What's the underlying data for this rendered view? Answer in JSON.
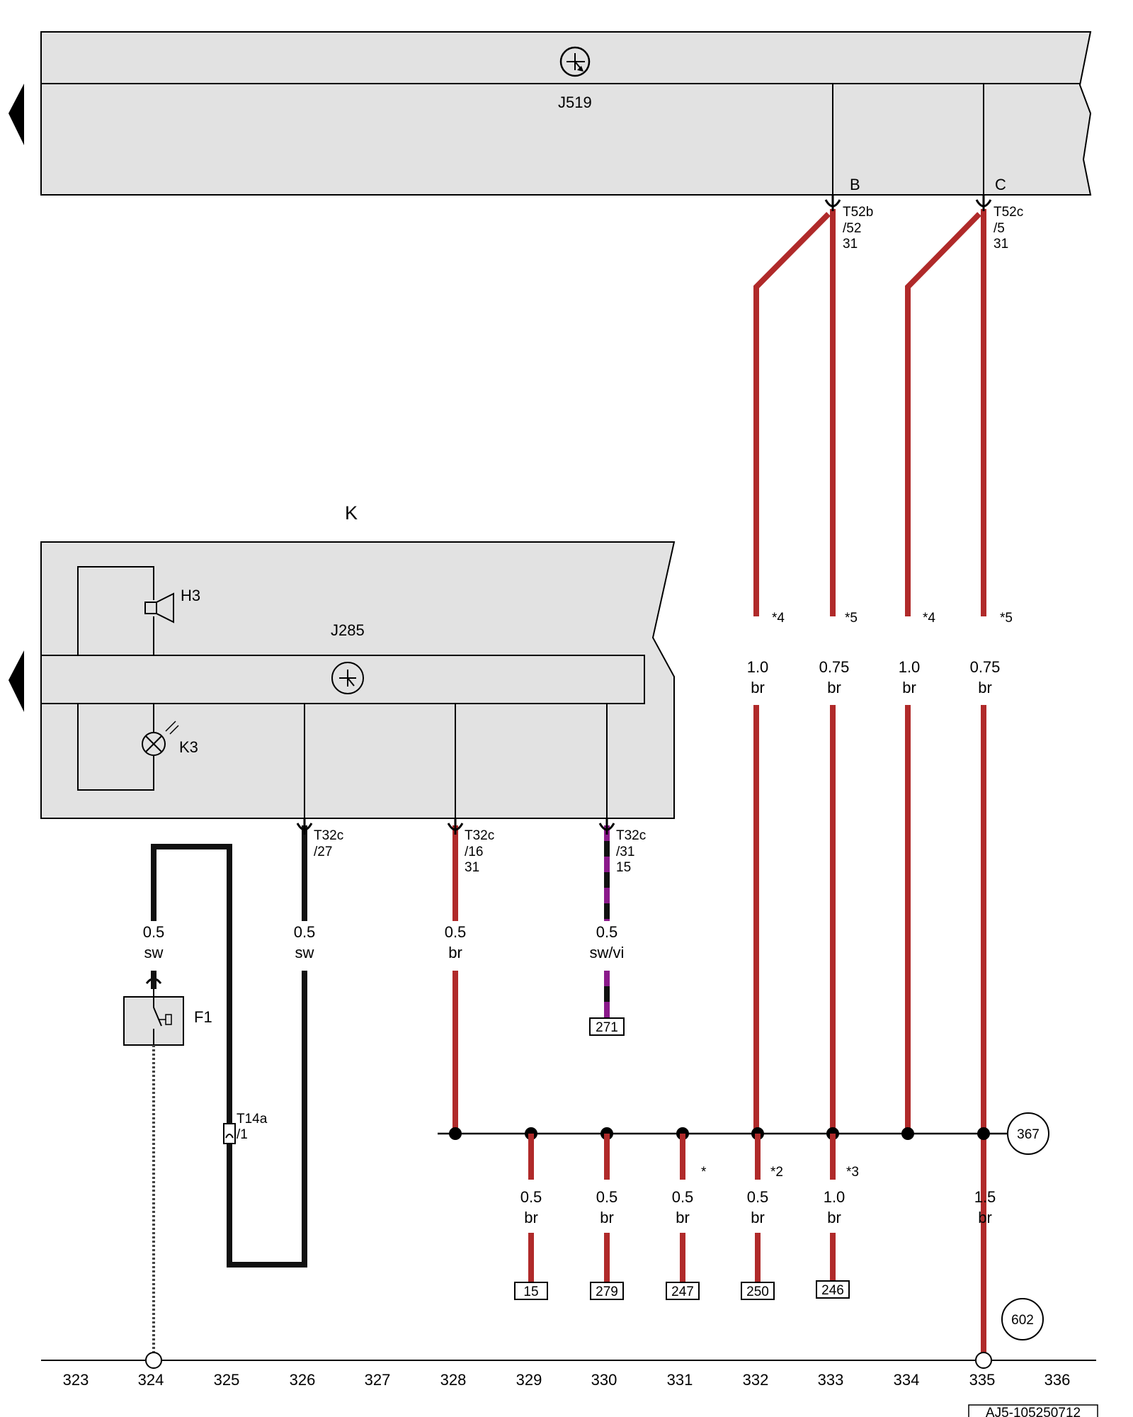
{
  "control_units": {
    "j519_label": "J519",
    "k_label": "K",
    "j285_label": "J285",
    "h3_label": "H3",
    "k3_label": "K3",
    "pin_b": "B",
    "pin_c": "C"
  },
  "switch": {
    "label": "F1"
  },
  "connectors": {
    "t52b": [
      "T52b",
      "/52",
      "31"
    ],
    "t52c": [
      "T52c",
      "/5",
      "31"
    ],
    "t32c_27": [
      "T32c",
      "/27"
    ],
    "t32c_16": [
      "T32c",
      "/16",
      "31"
    ],
    "t32c_31": [
      "T32c",
      "/31",
      "15"
    ],
    "t14a": [
      "T14a",
      "/1"
    ]
  },
  "wires_upper": [
    {
      "size": "0.5",
      "color": "sw"
    },
    {
      "size": "0.5",
      "color": "sw"
    },
    {
      "size": "0.5",
      "color": "br"
    },
    {
      "size": "0.5",
      "color": "sw/vi"
    },
    {
      "size": "1.0",
      "color": "br",
      "footnote": "*4"
    },
    {
      "size": "0.75",
      "color": "br",
      "footnote": "*5"
    },
    {
      "size": "1.0",
      "color": "br",
      "footnote": "*4"
    },
    {
      "size": "0.75",
      "color": "br",
      "footnote": "*5"
    }
  ],
  "wires_lower": [
    {
      "size": "0.5",
      "color": "br",
      "ref": "15",
      "footnote": ""
    },
    {
      "size": "0.5",
      "color": "br",
      "ref": "279",
      "footnote": ""
    },
    {
      "size": "0.5",
      "color": "br",
      "ref": "247",
      "footnote": "*"
    },
    {
      "size": "0.5",
      "color": "br",
      "ref": "250",
      "footnote": "*2"
    },
    {
      "size": "1.0",
      "color": "br",
      "ref": "246",
      "footnote": "*3"
    },
    {
      "size": "1.5",
      "color": "br",
      "ref": "",
      "footnote": ""
    }
  ],
  "refs": {
    "sw_vi_ref": "271",
    "ground_367": "367",
    "ground_602": "602"
  },
  "grid_numbers": [
    "323",
    "324",
    "325",
    "326",
    "327",
    "328",
    "329",
    "330",
    "331",
    "332",
    "333",
    "334",
    "335",
    "336"
  ],
  "doc_code": "AJ5-105250712",
  "colors": {
    "br": "#b02a2a",
    "sw": "#111111",
    "vi": "#8b1a8b",
    "box": "#e2e2e2"
  }
}
